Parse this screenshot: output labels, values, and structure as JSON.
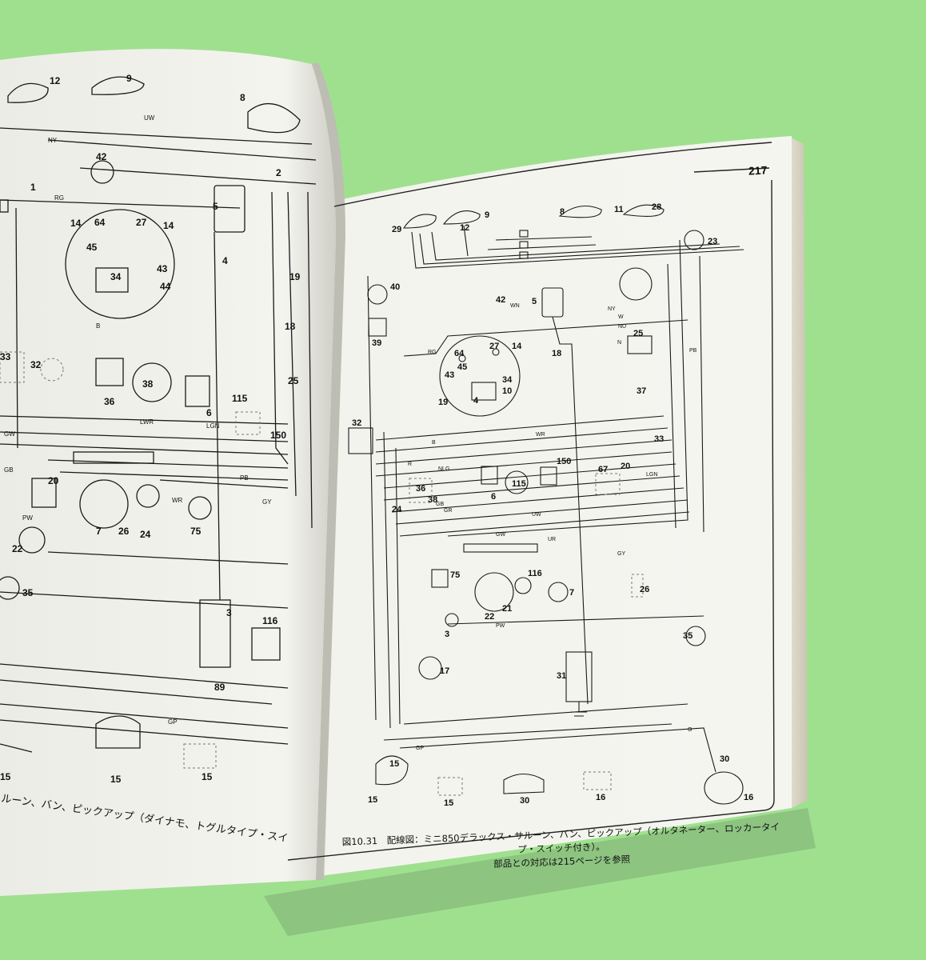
{
  "scene": {
    "description_colors": {
      "background": "#9fe08f",
      "page": "#f3f3ee",
      "ink": "#1a1a1a",
      "shadow": "#8fbf82"
    }
  },
  "right_page": {
    "page_number": "217",
    "caption_line1": "図10.31　配線図：ミニ850デラックス・サルーン、バン、ピックアップ（オルタネーター、ロッカータイプ・スイッチ付き）。",
    "caption_line2": "部品との対応は215ページを参照",
    "component_labels": [
      "29",
      "12",
      "9",
      "8",
      "11",
      "28",
      "23",
      "40",
      "42",
      "5",
      "39",
      "27",
      "14",
      "64",
      "45",
      "43",
      "34",
      "10",
      "4",
      "19",
      "18",
      "25",
      "37",
      "33",
      "32",
      "36",
      "38",
      "6",
      "115",
      "150",
      "67",
      "20",
      "24",
      "75",
      "116",
      "7",
      "26",
      "22",
      "21",
      "3",
      "35",
      "31",
      "17",
      "15",
      "15",
      "15",
      "30",
      "16"
    ],
    "wire_labels": [
      "RG",
      "NY",
      "UW",
      "W",
      "GW",
      "NU",
      "N",
      "PB",
      "LGN",
      "WN",
      "B",
      "NLG",
      "R",
      "GR",
      "WR",
      "GB",
      "GP",
      "PW",
      "GY",
      "UR",
      "G"
    ]
  },
  "left_page": {
    "caption": "ルーン、バン、ピックアップ（ダイナモ、トグルタイプ・スイッチ付き）。配",
    "component_labels": [
      "12",
      "9",
      "8",
      "42",
      "5",
      "2",
      "1",
      "14",
      "64",
      "27",
      "14",
      "45",
      "43",
      "34",
      "44",
      "19",
      "4",
      "18",
      "33",
      "32",
      "36",
      "38",
      "6",
      "115",
      "150",
      "25",
      "20",
      "7",
      "26",
      "24",
      "75",
      "22",
      "35",
      "3",
      "116",
      "15",
      "15",
      "15",
      "89"
    ],
    "wire_labels": [
      "RG",
      "NY",
      "UW",
      "GW",
      "GB",
      "PW",
      "LWR",
      "WR",
      "LGN",
      "PB",
      "B",
      "GY",
      "GP"
    ]
  }
}
